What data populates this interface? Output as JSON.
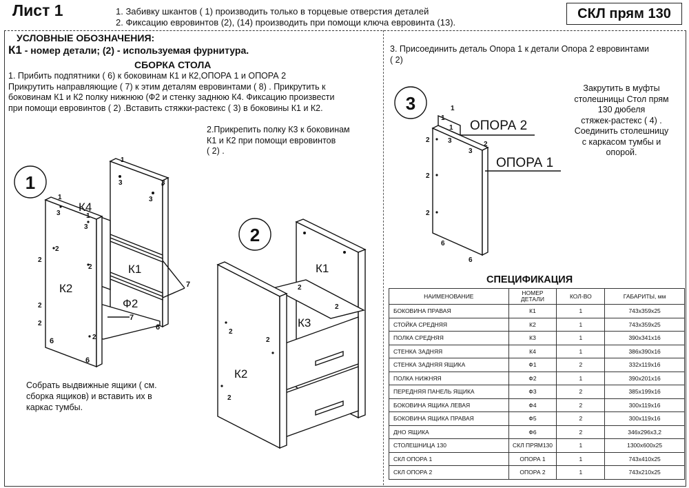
{
  "header": {
    "sheet": "Лист 1",
    "notes": [
      "1. Забивку шкантов  ( 1)   производить только в торцевые отверстия деталей",
      "2. Фиксацию евровинтов (2), (14) производить при помощи ключа евровинта (13)."
    ],
    "code": "СКЛ прям 130"
  },
  "legend": {
    "heading": "УСЛОВНЫЕ ОБОЗНАЧЕНИЯ:",
    "code": "К1",
    "text": " - номер детали;  (2) - используемая фурнитура."
  },
  "assembly": {
    "heading": "СБОРКА СТОЛА",
    "step1": [
      "1. Прибить подпятники   ( 6)   к боковинам  К1 и К2,ОПОРА 1 и ОПОРА 2",
      "Прикрутить направляющие   ( 7)    к этим деталям евровинтами  ( 8)  . Прикрутить к",
      "боковинам  К1 и К2 полку нижнюю  (Ф2 и стенку заднюю К4. Фиксацию произвести",
      "при помощи евровинтов  ( 2)  .Вставить стяжки-растекс  ( 3)    в боковины К1 и К2."
    ],
    "step2": [
      "2.Прикрепить полку К3 к боковинам",
      "К1 и К2 при помощи евровинтов",
      "( 2)  ."
    ],
    "step3": [
      "3. Присоединить деталь Опора 1  к детали  Опора 2 евровинтами",
      "( 2)"
    ],
    "step3b": [
      "Закрутить в муфты",
      "столешницы Стол прям",
      "130 дюбеля",
      "стяжек-растекс  ( 4)  .",
      "Соединить столешницу",
      "с каркасом тумбы и",
      "опорой."
    ],
    "drawers_note": [
      "Собрать выдвижные ящики  ( см.",
      "сборка ящиков)   и вставить их в",
      "каркас тумбы."
    ]
  },
  "diagrams": {
    "d1": {
      "circle": "1",
      "labels": [
        "К4",
        "К1",
        "Ф2",
        "К2"
      ],
      "nums": [
        "1",
        "3",
        "3",
        "3",
        "1",
        "1",
        "3",
        "3",
        "2",
        "2",
        "2",
        "2",
        "2",
        "2",
        "7",
        "7",
        "6",
        "6",
        "6"
      ]
    },
    "d2": {
      "circle": "2",
      "labels": [
        "К1",
        "К3",
        "К2"
      ],
      "nums": [
        "2",
        "2",
        "2",
        "2",
        "2"
      ]
    },
    "d3": {
      "circle": "3",
      "labels": [
        "ОПОРА 2",
        "ОПОРА 1"
      ],
      "nums": [
        "1",
        "1",
        "1",
        "2",
        "3",
        "3",
        "2",
        "2",
        "2",
        "6",
        "6"
      ]
    }
  },
  "spec": {
    "title": "СПЕЦИФИКАЦИЯ",
    "headers": [
      "НАИМЕНОВАНИЕ",
      "НОМЕР ДЕТАЛИ",
      "КОЛ-ВО",
      "ГАБАРИТЫ, мм"
    ],
    "rows": [
      [
        "БОКОВИНА ПРАВАЯ",
        "К1",
        "1",
        "743x359x25"
      ],
      [
        "СТОЙКА СРЕДНЯЯ",
        "К2",
        "1",
        "743x359x25"
      ],
      [
        "ПОЛКА  СРЕДНЯЯ",
        "К3",
        "1",
        "390x341x16"
      ],
      [
        "СТЕНКА ЗАДНЯЯ",
        "К4",
        "1",
        "386x390x16"
      ],
      [
        "СТЕНКА ЗАДНЯЯ ЯЩИКА",
        "Ф1",
        "2",
        "332x119x16"
      ],
      [
        "ПОЛКА НИЖНЯЯ",
        "Ф2",
        "1",
        "390x201x16"
      ],
      [
        "ПЕРЕДНЯЯ ПАНЕЛЬ ЯЩИКА",
        "Ф3",
        "2",
        "385x199x16"
      ],
      [
        "БОКОВИНА ЯЩИКА ЛЕВАЯ",
        "Ф4",
        "2",
        "300x119x16"
      ],
      [
        "БОКОВИНА ЯЩИКА ПРАВАЯ",
        "Ф5",
        "2",
        "300x119x16"
      ],
      [
        "ДНО ЯЩИКА",
        "Ф6",
        "2",
        "346x296x3,2"
      ],
      [
        "СТОЛЕШНИЦА 130",
        "СКЛ ПРЯМ130",
        "1",
        "1300x600x25"
      ],
      [
        "СКЛ ОПОРА 1",
        "ОПОРА 1",
        "1",
        "743x410x25"
      ],
      [
        "СКЛ ОПОРА 2",
        "ОПОРА 2",
        "1",
        "743x210x25"
      ]
    ]
  }
}
